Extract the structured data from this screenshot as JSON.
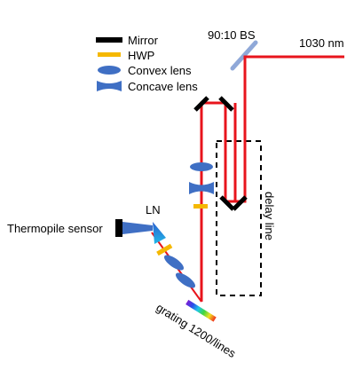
{
  "legend": {
    "mirror": "Mirror",
    "hwp": "HWP",
    "convex_lens": "Convex lens",
    "concave_lens": "Concave lens"
  },
  "labels": {
    "beamsplitter": "90:10 BS",
    "wavelength": "1030 nm",
    "delay_line": "delay line",
    "ln": "LN",
    "sensor": "Thermopile sensor",
    "grating": "grating 1200/lines"
  },
  "colors": {
    "beam": "#e8141c",
    "mirror": "#000000",
    "hwp": "#f5b800",
    "lens": "#3f6fc4",
    "beamsplitter": "#8fa8d8",
    "crystal": "#1aa3e0"
  }
}
